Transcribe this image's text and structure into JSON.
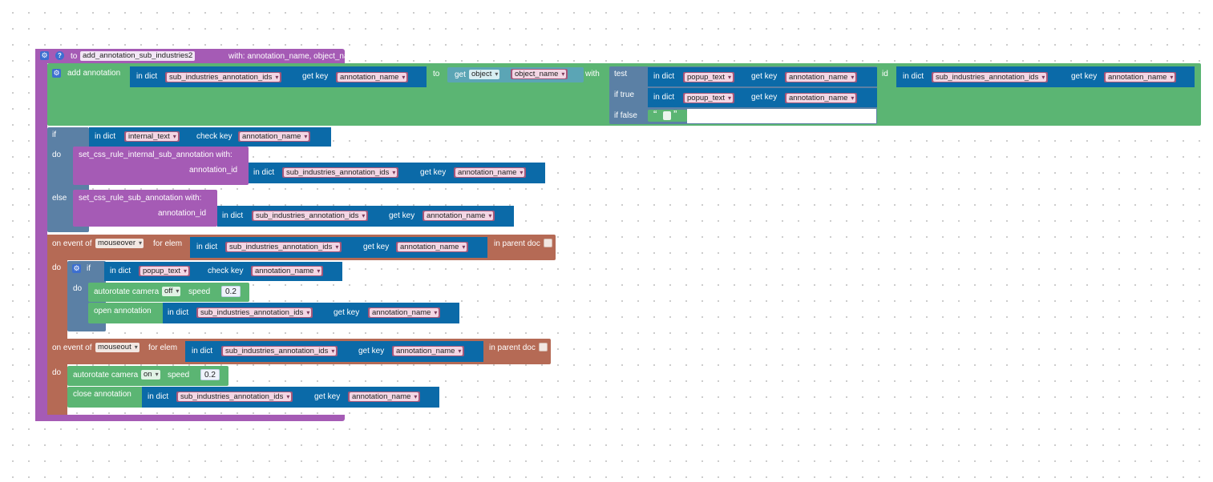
{
  "func": {
    "to": "to",
    "name": "add_annotation_sub_industries2",
    "with_params": "with: annotation_name, object_name"
  },
  "labels": {
    "in_dict": "in dict",
    "get_key": "get key",
    "check_key": "check key",
    "add_annotation": "add annotation",
    "to": "to",
    "get": "get",
    "with": "with",
    "test": "test",
    "if_true": "if true",
    "if_false": "if false",
    "id": "id",
    "if": "if",
    "do": "do",
    "else": "else",
    "on_event_of": "on event of",
    "for_elem": "for elem",
    "in_parent_doc": "in parent doc",
    "autorotate_camera": "autorotate camera",
    "speed": "speed",
    "open_annotation": "open annotation",
    "close_annotation": "close annotation",
    "set_css_internal": "set_css_rule_internal_sub_annotation  with:",
    "set_css_sub": "set_css_rule_sub_annotation  with:",
    "annotation_id": "annotation_id",
    "quote_open": "“",
    "quote_close": "”"
  },
  "vars": {
    "sub_industries_annotation_ids": "sub_industries_annotation_ids",
    "annotation_name": "annotation_name",
    "popup_text": "popup_text",
    "internal_text": "internal_text",
    "object_name": "object_name"
  },
  "dropdowns": {
    "get_type": "object",
    "event_over": "mouseover",
    "event_out": "mouseout",
    "rotate_off": "off",
    "rotate_on": "on"
  },
  "numbers": {
    "speed_over": "0.2",
    "speed_out": "0.2"
  }
}
